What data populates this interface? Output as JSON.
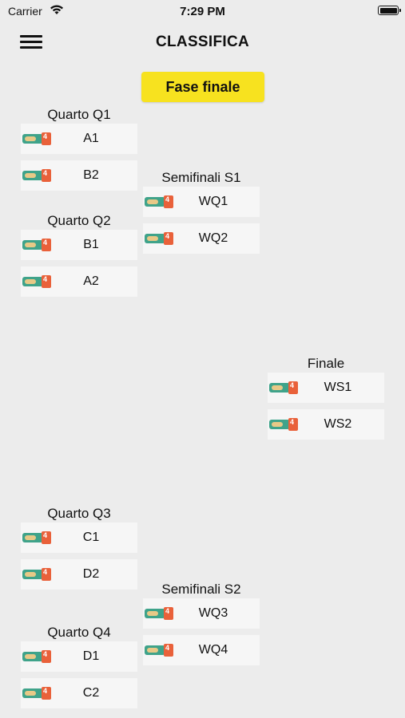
{
  "status": {
    "carrier": "Carrier",
    "time": "7:29 PM"
  },
  "nav": {
    "title": "CLASSIFICA"
  },
  "phase_button": "Fase finale",
  "matches": {
    "q1": {
      "title": "Quarto Q1",
      "team1": "A1",
      "team2": "B2"
    },
    "q2": {
      "title": "Quarto Q2",
      "team1": "B1",
      "team2": "A2"
    },
    "s1": {
      "title": "Semifinali S1",
      "team1": "WQ1",
      "team2": "WQ2"
    },
    "final": {
      "title": "Finale",
      "team1": "WS1",
      "team2": "WS2"
    },
    "q3": {
      "title": "Quarto Q3",
      "team1": "C1",
      "team2": "D2"
    },
    "s2": {
      "title": "Semifinali S2",
      "team1": "WQ3",
      "team2": "WQ4"
    },
    "q4": {
      "title": "Quarto Q4",
      "team1": "D1",
      "team2": "C2"
    }
  },
  "icons": {
    "menu": "hamburger-icon",
    "team_badge": "ticket-badge-icon",
    "wifi": "wifi-icon",
    "battery": "battery-icon"
  }
}
